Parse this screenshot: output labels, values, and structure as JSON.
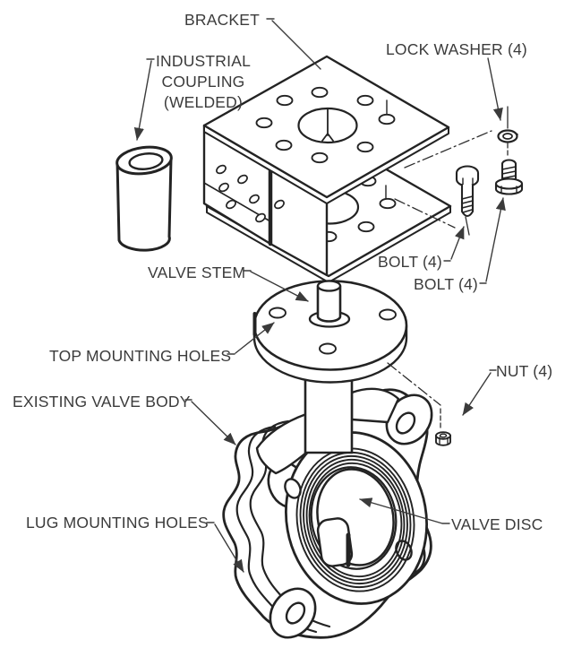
{
  "diagram": {
    "type": "exploded-assembly-line-drawing",
    "subject": "Butterfly valve with welded-coupling mounting bracket",
    "colors": {
      "background": "#ffffff",
      "part_line": "#232323",
      "label_text": "#3b3b3b",
      "leader_line": "#3b3b3b"
    },
    "labels": {
      "bracket": "BRACKET",
      "industrial_coupling": {
        "line1": "INDUSTRIAL",
        "line2": "COUPLING",
        "line3": "(WELDED)"
      },
      "lock_washer": "LOCK WASHER (4)",
      "valve_stem": "VALVE STEM",
      "bolt_upper": "BOLT (4)",
      "bolt_lower": "BOLT (4)",
      "top_mounting_holes": "TOP MOUNTING HOLES",
      "existing_valve_body": "EXISTING VALVE BODY",
      "nut": "NUT (4)",
      "lug_mounting_holes": "LUG MOUNTING HOLES",
      "valve_disc": "VALVE DISC"
    }
  }
}
